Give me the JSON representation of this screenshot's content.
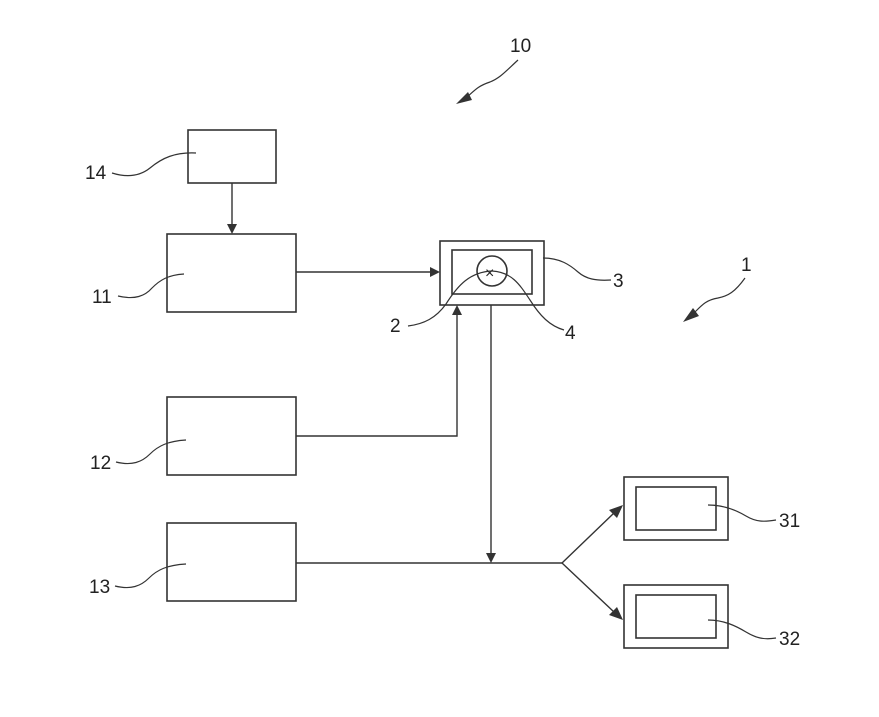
{
  "diagram": {
    "colors": {
      "stroke": "#333333",
      "background": "#ffffff"
    },
    "labels": {
      "system_10": "10",
      "system_1": "1",
      "box_14": "14",
      "box_11": "11",
      "box_12": "12",
      "box_13": "13",
      "unit_3": "3",
      "element_2": "2",
      "element_4": "4",
      "display_31": "31",
      "display_32": "32"
    },
    "center_mark": "×"
  }
}
